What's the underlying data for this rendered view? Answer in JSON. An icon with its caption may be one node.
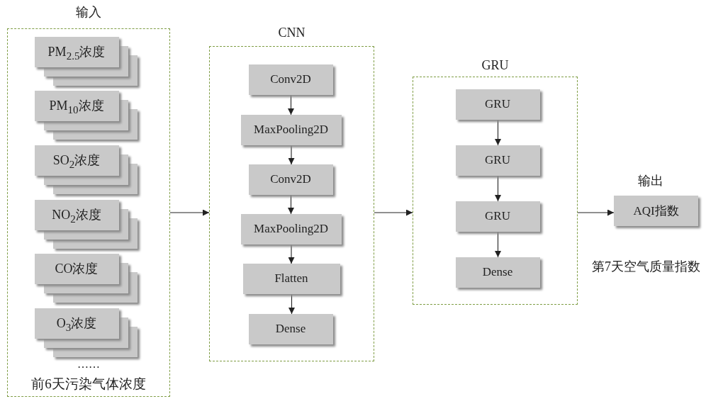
{
  "diagram": {
    "nodes": [
      {
        "text": [
          "输入",
          "……",
          "前6天污染气体浓度"
        ]
      },
      {
        "text": [
          "PM$_{2.5}$浓度"
        ],
        "in": 0
      },
      {
        "text": [
          "PM$_{10}$浓度"
        ],
        "in": 0
      },
      {
        "text": [
          "SO$_{2}$浓度"
        ],
        "in": 0
      },
      {
        "text": [
          "NO$_{2}$浓度"
        ],
        "in": 0
      },
      {
        "text": [
          "CO浓度"
        ],
        "in": 0
      },
      {
        "text": [
          "O$_{3}$浓度"
        ],
        "in": 0
      },
      {
        "text": [
          "CNN"
        ]
      },
      {
        "text": [
          "Conv2D"
        ],
        "in": 7
      },
      {
        "text": [
          "MaxPooling2D"
        ],
        "in": 7
      },
      {
        "text": [
          "Conv2D"
        ],
        "in": 7
      },
      {
        "text": [
          "MaxPooling2D"
        ],
        "in": 7
      },
      {
        "text": [
          "Flatten"
        ],
        "in": 7
      },
      {
        "text": [
          "Dense"
        ],
        "in": 7
      },
      {
        "text": [
          "GRU"
        ]
      },
      {
        "text": [
          "GRU"
        ],
        "in": 14
      },
      {
        "text": [
          "GRU"
        ],
        "in": 14
      },
      {
        "text": [
          "GRU"
        ],
        "in": 14
      },
      {
        "text": [
          "Dense"
        ],
        "in": 14
      },
      {
        "text": [
          "输出",
          "AQI指数"
        ],
        "beside": [
          "第7天空气质量指数"
        ]
      }
    ],
    "edges": [
      {
        "from": 0,
        "to": 7,
        "arrow": "to"
      },
      {
        "from": 8,
        "to": 9,
        "arrow": "to"
      },
      {
        "from": 9,
        "to": 10,
        "arrow": "to"
      },
      {
        "from": 10,
        "to": 11,
        "arrow": "to"
      },
      {
        "from": 11,
        "to": 12,
        "arrow": "to"
      },
      {
        "from": 12,
        "to": 13,
        "arrow": "to"
      },
      {
        "from": 7,
        "to": 14,
        "arrow": "to"
      },
      {
        "from": 15,
        "to": 16,
        "arrow": "to"
      },
      {
        "from": 16,
        "to": 17,
        "arrow": "to"
      },
      {
        "from": 17,
        "to": 18,
        "arrow": "to"
      },
      {
        "from": 14,
        "to": 19,
        "arrow": "to"
      }
    ]
  }
}
